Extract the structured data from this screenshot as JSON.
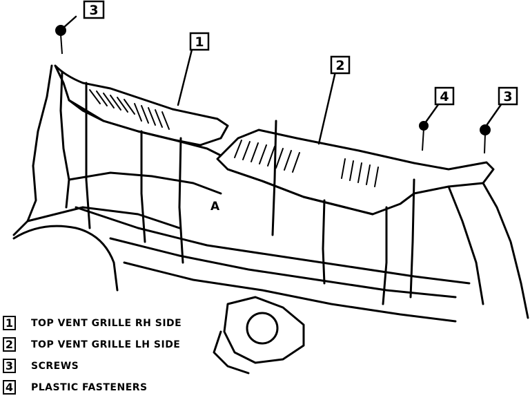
{
  "callouts": [
    {
      "number": "3",
      "target": "screw-left"
    },
    {
      "number": "1",
      "target": "grille-rh"
    },
    {
      "number": "2",
      "target": "grille-lh"
    },
    {
      "number": "4",
      "target": "plastic-fastener"
    },
    {
      "number": "3",
      "target": "screw-right"
    }
  ],
  "point_label": "A",
  "legend": [
    {
      "number": "1",
      "text": "TOP VENT GRILLE RH SIDE"
    },
    {
      "number": "2",
      "text": "TOP VENT GRILLE LH SIDE"
    },
    {
      "number": "3",
      "text": "SCREWS"
    },
    {
      "number": "4",
      "text": "PLASTIC FASTENERS"
    }
  ]
}
